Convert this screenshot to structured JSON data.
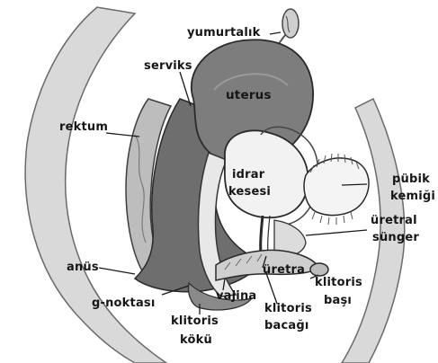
{
  "diagram": {
    "labels": {
      "yumurtalik": "yumurtalık",
      "serviks": "serviks",
      "uterus": "uterus",
      "rektum": "rektum",
      "idrar": "idrar",
      "kesesi": "kesesi",
      "pubik": "pübik",
      "kemigi": "kemiği",
      "uretral": "üretral",
      "sunger": "sünger",
      "anus": "anüs",
      "uretra": "üretra",
      "klitoris_basi_1": "klitoris",
      "klitoris_basi_2": "başı",
      "gnoktasi": "g-noktası",
      "vajina": "vajina",
      "klitoris_bacagi_1": "klitoris",
      "klitoris_bacagi_2": "bacağı",
      "klitoris_koku_1": "klitoris",
      "klitoris_koku_2": "kökü"
    }
  }
}
